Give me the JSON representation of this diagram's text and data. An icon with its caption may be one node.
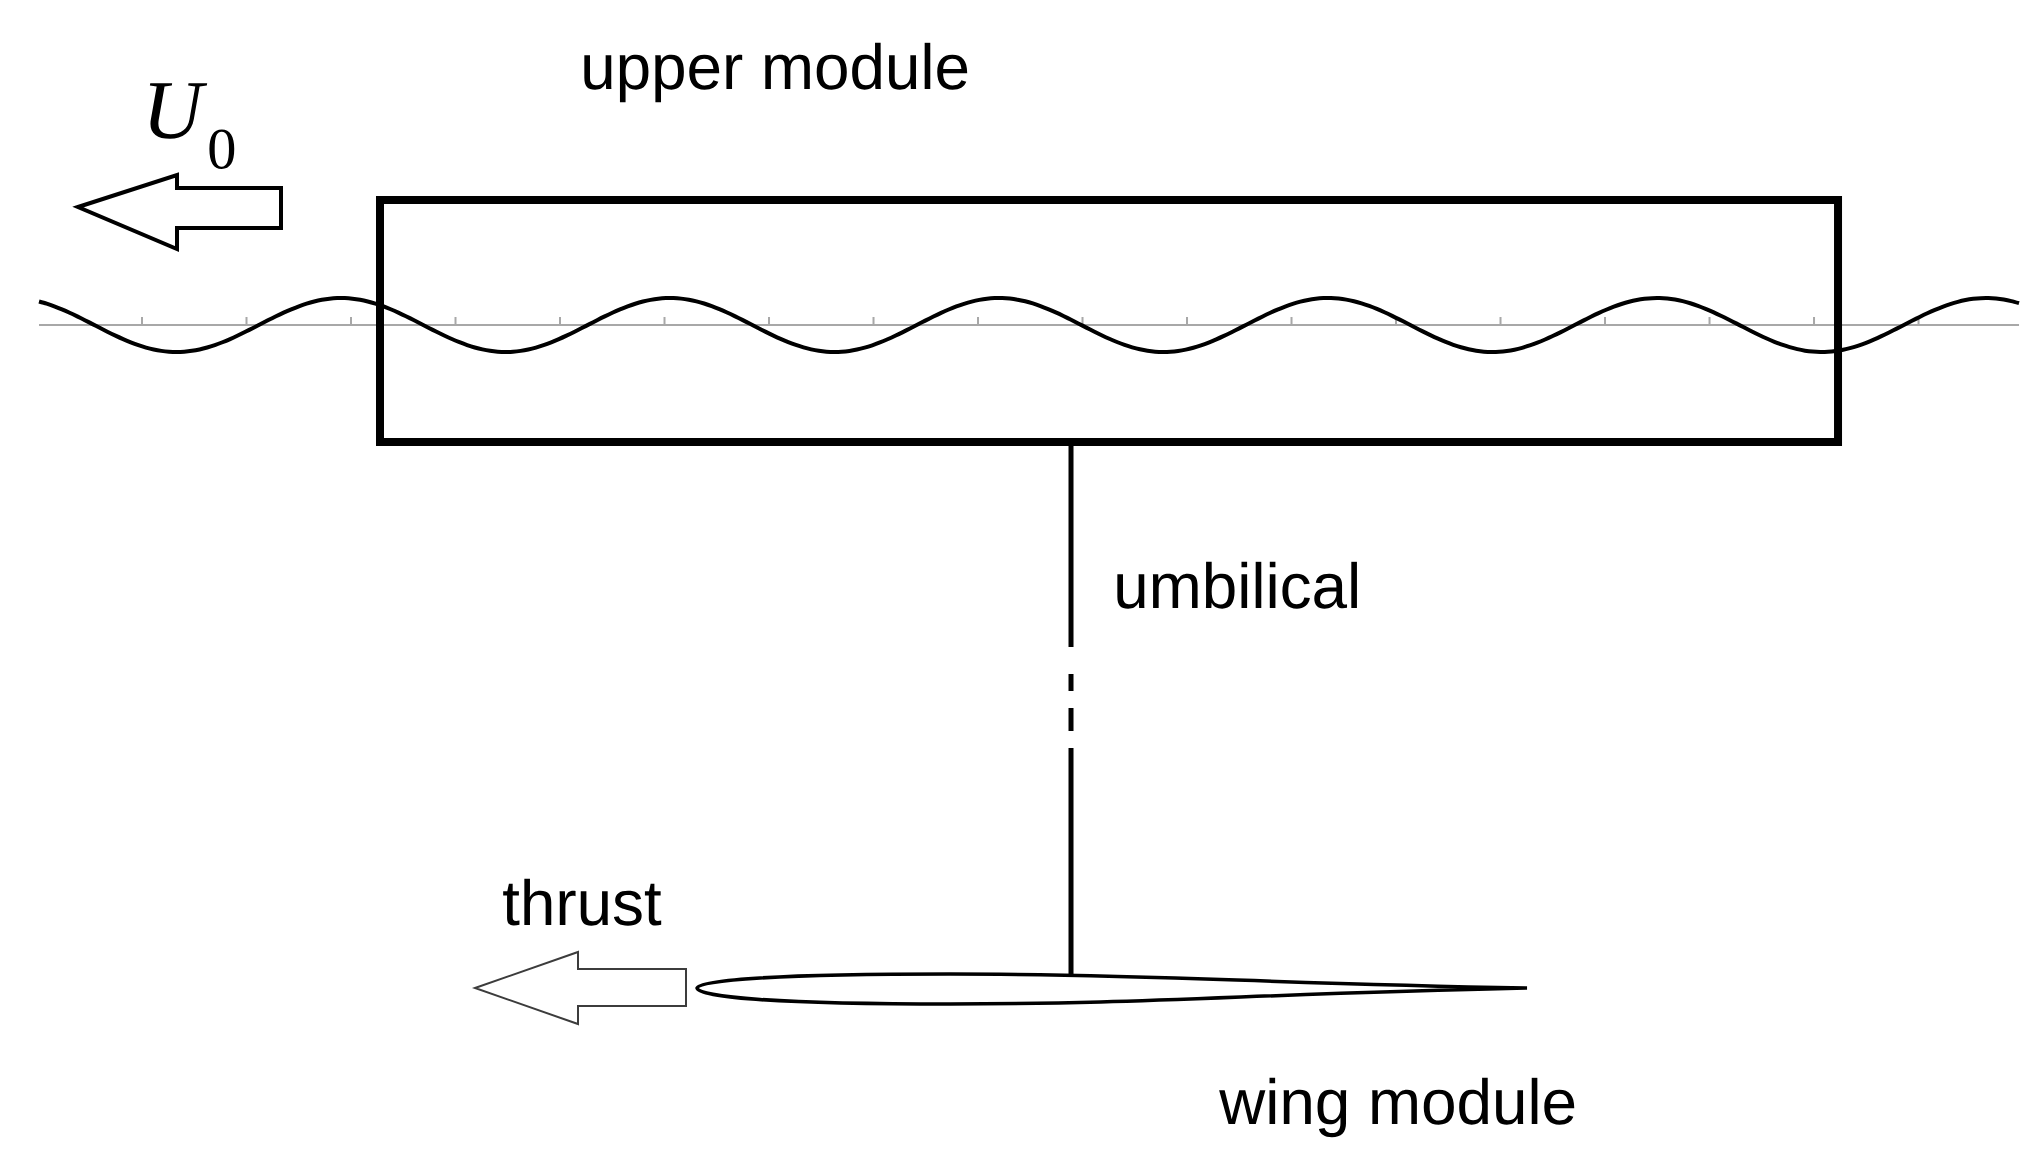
{
  "diagram": {
    "nodes": [
      {
        "text": [
          "upper module"
        ]
      },
      {
        "text": [
          "wing module"
        ]
      }
    ],
    "edges": [
      {
        "from": 0,
        "to": 1,
        "arrow": "none",
        "label": "umbilical"
      }
    ],
    "labels": [
      "*U*$_{0}$",
      "thrust"
    ]
  }
}
